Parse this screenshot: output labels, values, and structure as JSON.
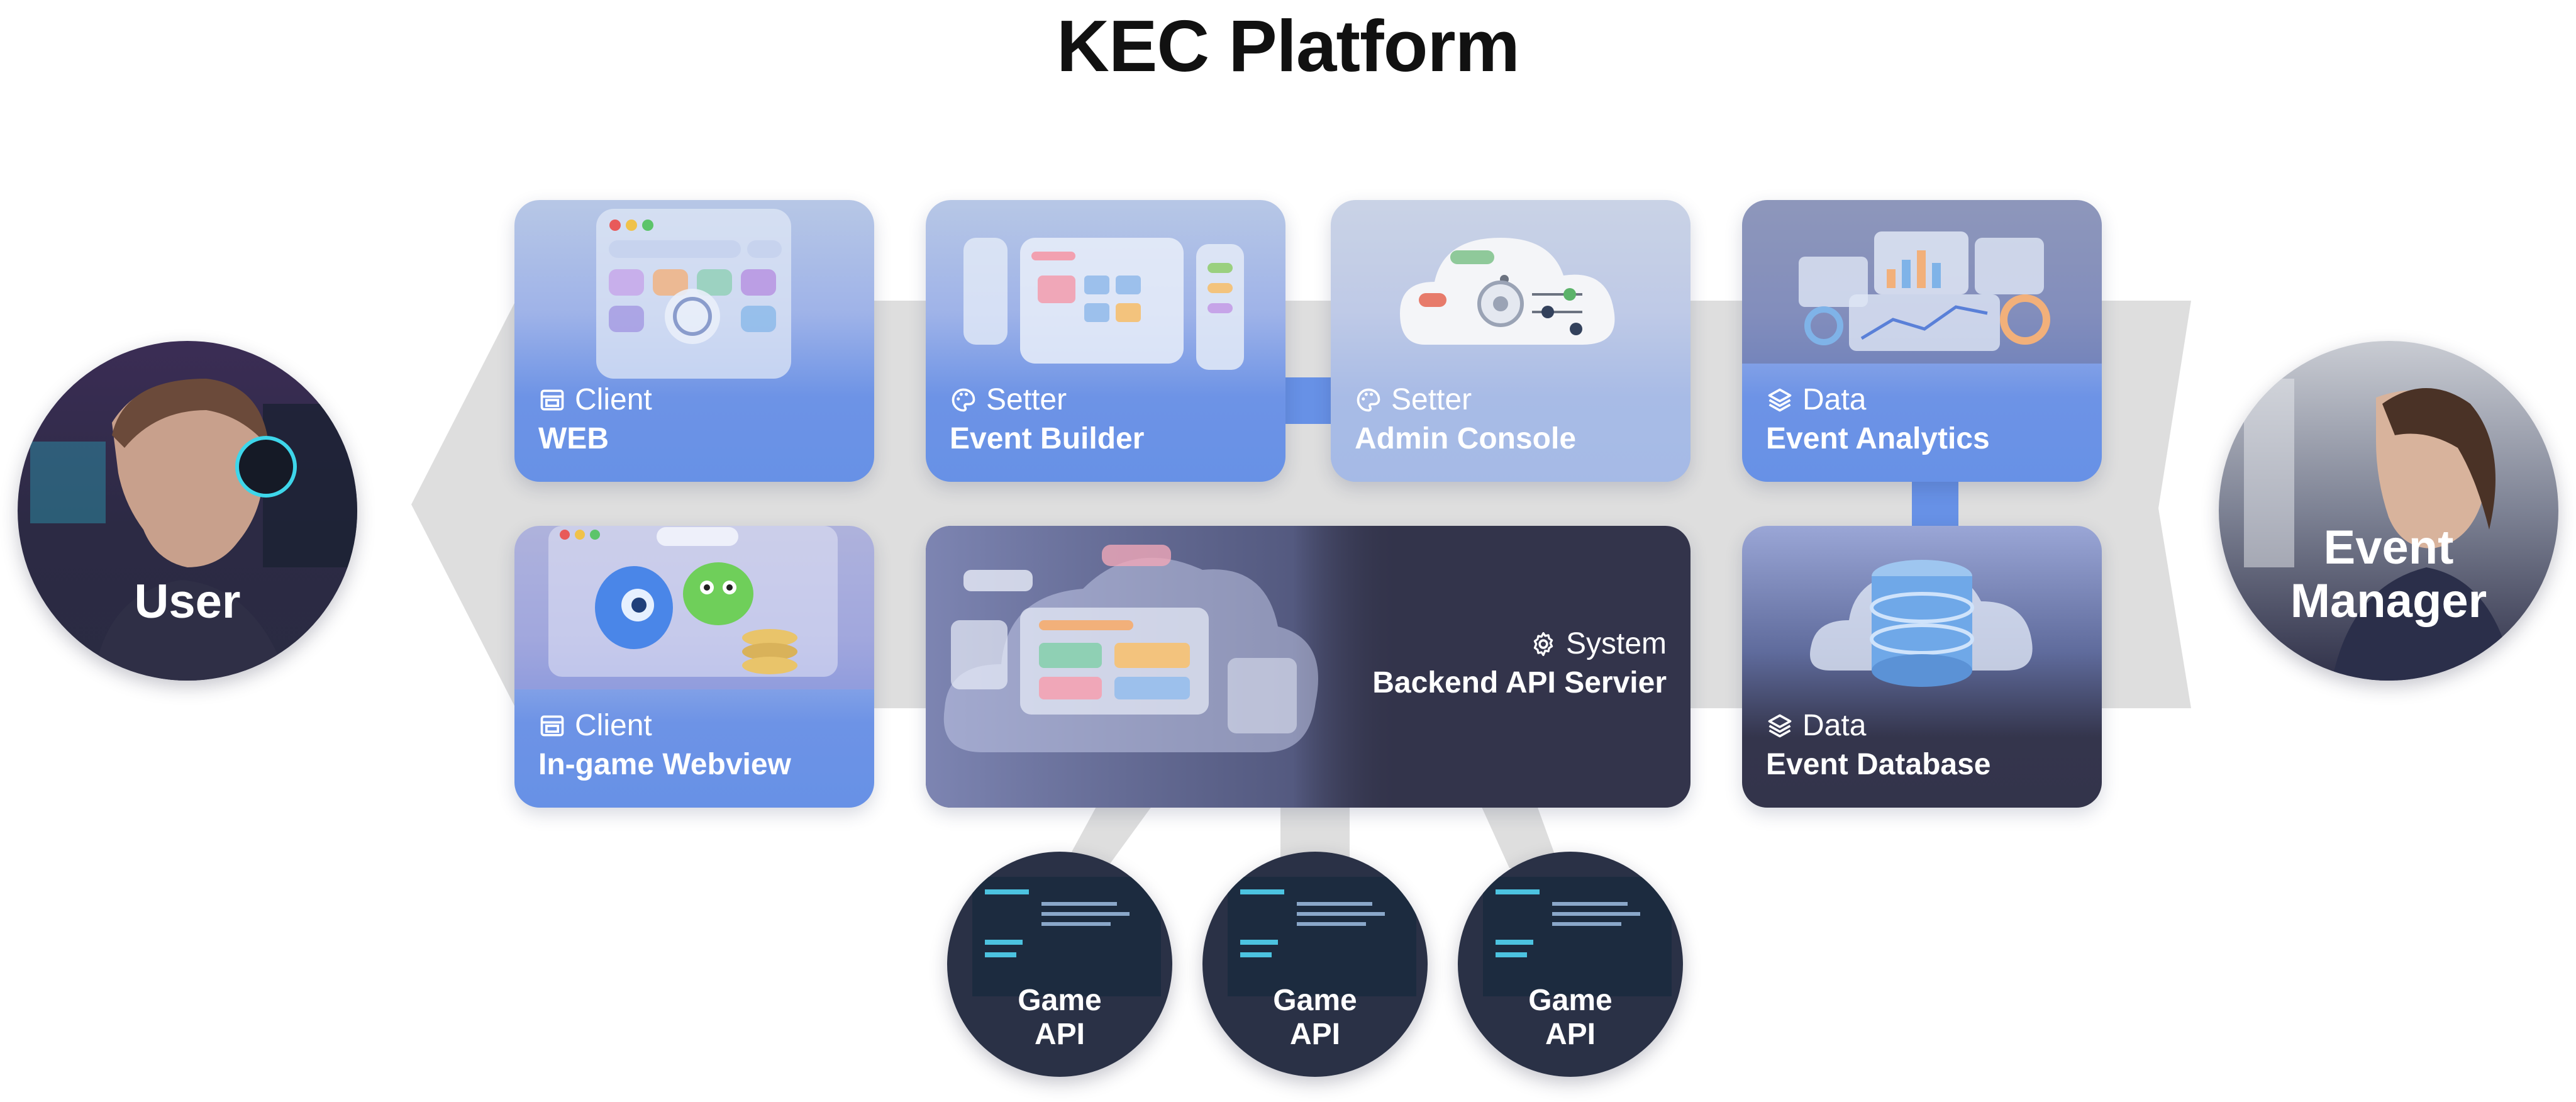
{
  "title": "KEC Platform",
  "actors": {
    "user": {
      "label": "User"
    },
    "manager": {
      "label_line1": "Event",
      "label_line2": "Manager"
    }
  },
  "cards": {
    "web": {
      "category": "Client",
      "name": "WEB",
      "icon": "window-icon"
    },
    "event_builder": {
      "category": "Setter",
      "name": "Event Builder",
      "icon": "palette-icon"
    },
    "admin_console": {
      "category": "Setter",
      "name": "Admin Console",
      "icon": "palette-icon"
    },
    "event_analytics": {
      "category": "Data",
      "name": "Event Analytics",
      "icon": "layers-icon"
    },
    "webview": {
      "category": "Client",
      "name": "In-game Webview",
      "icon": "window-icon"
    },
    "backend": {
      "category": "System",
      "name": "Backend API Servier",
      "icon": "gear-icon"
    },
    "event_database": {
      "category": "Data",
      "name": "Event Database",
      "icon": "layers-icon"
    }
  },
  "apis": [
    {
      "line1": "Game",
      "line2": "API"
    },
    {
      "line1": "Game",
      "line2": "API"
    },
    {
      "line1": "Game",
      "line2": "API"
    }
  ],
  "colors": {
    "card_blue": "#6791e6",
    "card_dark": "#33344b",
    "band_gray": "#dcdcdc"
  }
}
